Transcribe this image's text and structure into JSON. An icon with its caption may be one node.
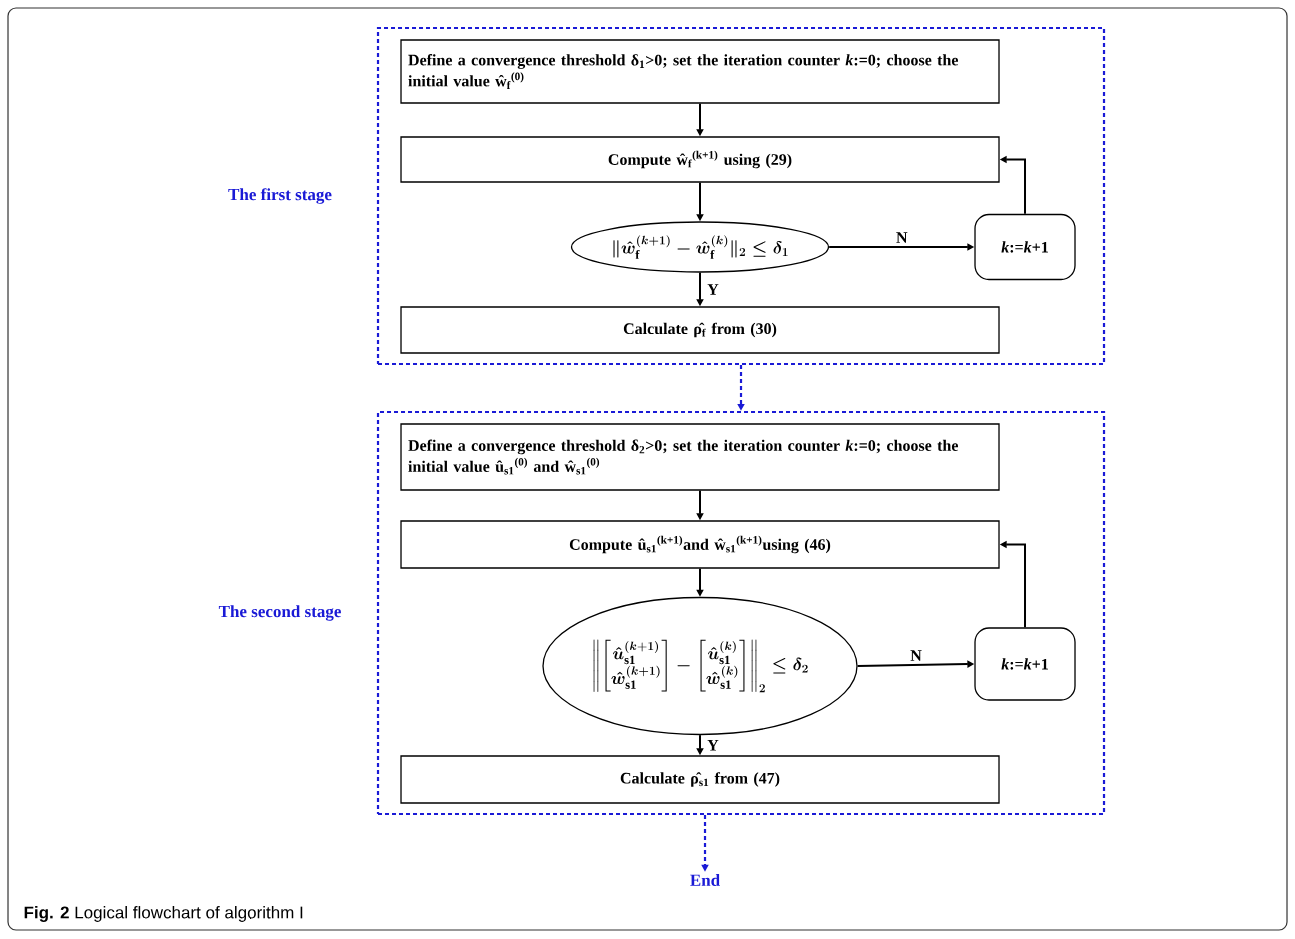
{
  "diagram": {
    "caption": "**Fig. 2** Logical flowchart of algorithm I",
    "nodes": [
      {
        "text": [
          "The first stage"
        ]
      },
      {
        "text": [
          "Define a convergence threshold δ$_{1}$>0; set the iteration counter *k*:=0; choose the initial value ŵ$_{f}$$^{(0)}$"
        ],
        "in": 0
      },
      {
        "text": [
          "Compute ŵ$_{f}$$^{(k+1)}$ using (29)"
        ],
        "in": 0
      },
      {
        "text": [
          "\\| \\hat{w}_{\\mathrm{f}}^{(k+1)} - \\hat{w}_{\\mathrm{f}}^{(k)} \\|_2 \\le \\delta_1"
        ],
        "in": 0
      },
      {
        "text": [
          "*k*:=*k*+1"
        ],
        "in": 0
      },
      {
        "text": [
          "Calculate ρ̂$_{f}$ from (30)"
        ],
        "in": 0
      },
      {
        "text": [
          "The second stage"
        ]
      },
      {
        "text": [
          "Define a convergence threshold δ$_{2}$>0; set the iteration counter *k*:=0; choose the initial value û$_{s1}$$^{(0)}$ and ŵ$_{s1}$$^{(0)}$"
        ],
        "in": 6
      },
      {
        "text": [
          "Compute û$_{s1}$$^{(k+1)}$and ŵ$_{s1}$$^{(k+1)}$using (46)"
        ],
        "in": 6
      },
      {
        "text": [
          "\\left\\| \\begin{bmatrix} \\hat{u}_{\\mathrm{s1}}^{(k+1)} \\\\ \\hat{w}_{\\mathrm{s1}}^{(k+1)} \\end{bmatrix} - \\begin{bmatrix} \\hat{u}_{\\mathrm{s1}}^{(k)} \\\\ \\hat{w}_{\\mathrm{s1}}^{(k)} \\end{bmatrix} \\right\\|_2 \\le \\delta_2"
        ],
        "in": 6
      },
      {
        "text": [
          "*k*:=*k*+1"
        ],
        "in": 6
      },
      {
        "text": [
          "Calculate ρ̂$_{s1}$ from (47)"
        ],
        "in": 6
      },
      {
        "text": [
          "End"
        ]
      }
    ],
    "edges": [
      {
        "from": 1,
        "to": 2,
        "arrow": "to"
      },
      {
        "from": 2,
        "to": 3,
        "arrow": "to"
      },
      {
        "from": 3,
        "to": 4,
        "arrow": "to",
        "label": "N"
      },
      {
        "from": 4,
        "to": 2,
        "arrow": "to"
      },
      {
        "from": 3,
        "to": 5,
        "arrow": "to",
        "label": "Y"
      },
      {
        "from": 0,
        "to": 6,
        "arrow": "to",
        "style": "dashed",
        "color": "#1a1ad6"
      },
      {
        "from": 7,
        "to": 8,
        "arrow": "to"
      },
      {
        "from": 8,
        "to": 9,
        "arrow": "to"
      },
      {
        "from": 9,
        "to": 10,
        "arrow": "to",
        "label": "N"
      },
      {
        "from": 10,
        "to": 8,
        "arrow": "to"
      },
      {
        "from": 9,
        "to": 11,
        "arrow": "to",
        "label": "Y"
      },
      {
        "from": 6,
        "to": 12,
        "arrow": "to",
        "style": "dashed",
        "color": "#1a1ad6"
      }
    ]
  }
}
